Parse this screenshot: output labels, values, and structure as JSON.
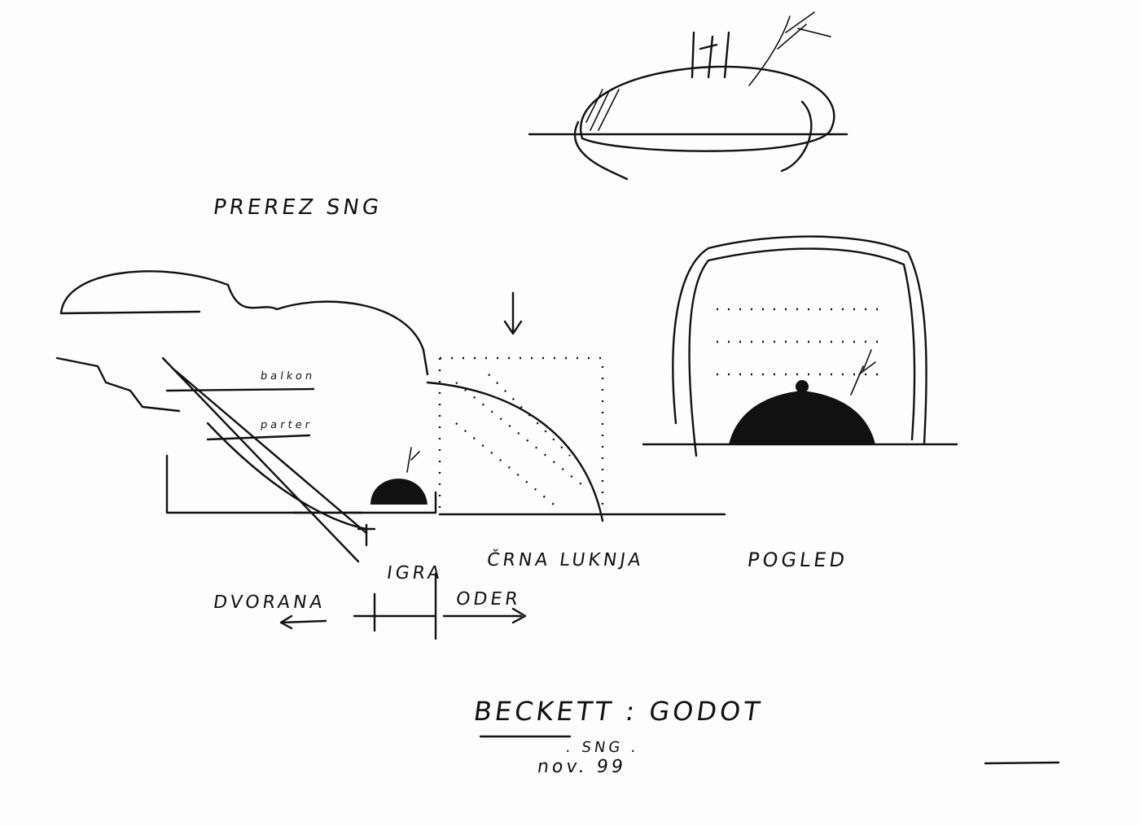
{
  "labels": {
    "section_title": "PREREZ SNG",
    "black_hole": "ČRNA LUKNJA",
    "view": "POGLED",
    "play": "IGRA",
    "auditorium": "DVORANA",
    "stage": "ODER",
    "balcony_1": "balkon",
    "balcony_2": "parter",
    "title": "BECKETT : GODOT",
    "subtitle": ". SNG .",
    "date": "nov. 99"
  },
  "colors": {
    "ink": "#111111",
    "paper": "#fdfdfd"
  }
}
